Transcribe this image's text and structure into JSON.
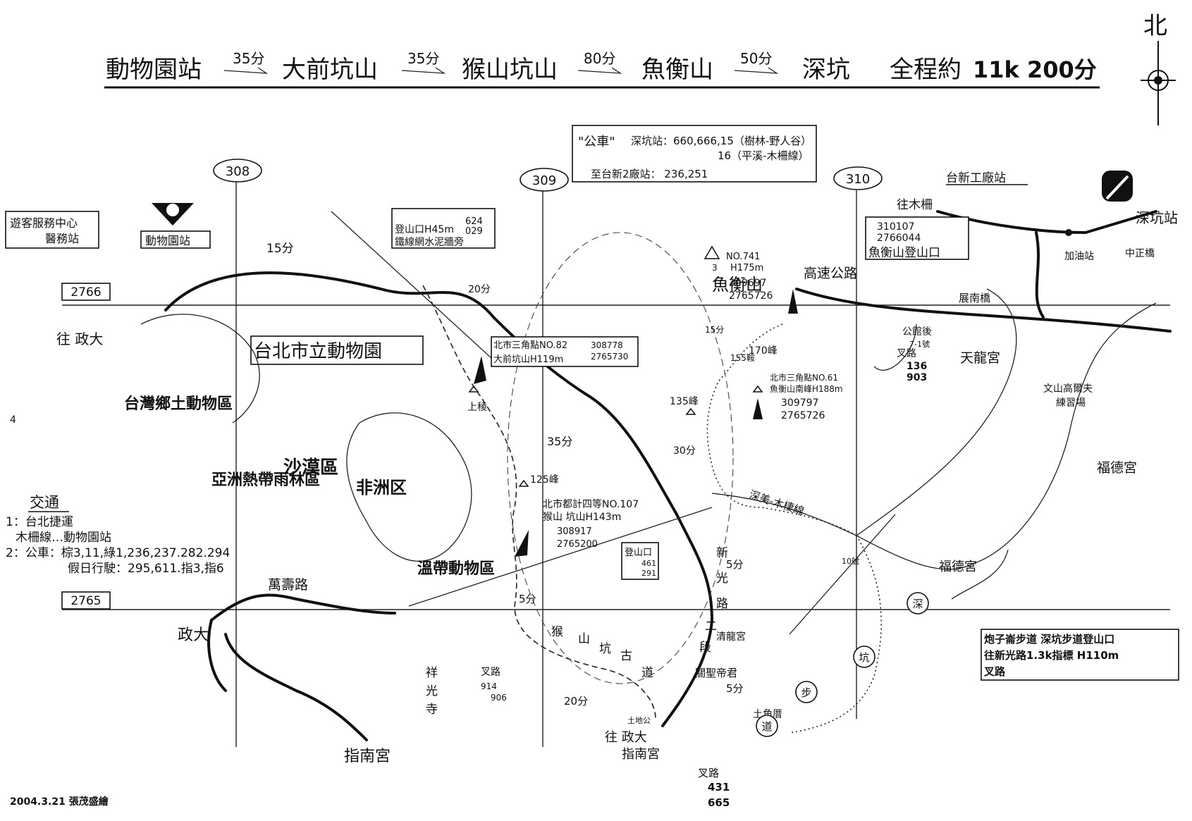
{
  "title": {
    "stations": [
      "動物園站",
      "大前坑山",
      "猴山坑山",
      "魚衡山",
      "深坑"
    ],
    "times": [
      "35分",
      "35分",
      "80分",
      "50分"
    ],
    "total_label": "全程約",
    "total_value": "11k 200分"
  },
  "compass": {
    "label": "北"
  },
  "bus_box": {
    "heading": "\"公車\"",
    "line1": "深坑站：660,666,15（樹林-野人谷）",
    "line2": "16（平溪-木柵線）",
    "line3": "至台新2廠站： 236,251"
  },
  "grid": {
    "col1": "308",
    "col2": "309",
    "col3": "310",
    "row1": "2766",
    "row2": "2765"
  },
  "labels": {
    "visitor_center_1": "遊客服務中心",
    "visitor_center_2": "醫務站",
    "zoo_station": "動物園站",
    "zoo_name": "台北市立動物園",
    "to_zhengda": "往 政大",
    "trailhead_1": "登山口H45m",
    "trailhead_g1": "624",
    "trailhead_g2": "029",
    "trailhead_2": "鐵線網水泥牆旁",
    "min_15": "15分",
    "min_20a": "20分",
    "dq_1": "北市三角點NO.82",
    "dq_2": "大前坑山H119m",
    "dq_g1": "308778",
    "dq_g2": "2765730",
    "shangling": "上稜",
    "peak_125": "125峰",
    "min_35": "35分",
    "hs_1": "北市都計四等NO.107",
    "hs_2": "猴山 坑山H143m",
    "hs_g1": "308917",
    "hs_g2": "2765200",
    "min_5a": "5分",
    "yh_no": "NO.741",
    "yh_h": "H175m",
    "yh_name": "魚衡山",
    "yh_g1": "309697",
    "yh_g2": "2765726",
    "peak_170": "170峰",
    "peak_155": "155鞍",
    "min_15b": "15分",
    "yhs_1": "北市三角點NO.61",
    "yhs_2": "魚衡山南峰H188m",
    "yhs_g1": "309797",
    "yhs_g2": "2765726",
    "peak_135": "135峰",
    "min_30": "30分",
    "highway": "高速公路",
    "yh_trail_g1": "310107",
    "yh_trail_g2": "2766044",
    "yh_trail": "魚衡山登山口",
    "to_muzha": "往木柵",
    "taixin_station": "台新工廠站",
    "shenkeng_station": "深坑站",
    "gas_station": "加油站",
    "zhongzheng_bridge": "中正橋",
    "zhannan_bridge": "展南橋",
    "gongguan": "公館後",
    "gongguan_no": "7-1號",
    "fork": "叉路",
    "fork_g1": "136",
    "fork_g2": "903",
    "tianlong": "天龍宮",
    "golf_1": "文山高爾夫",
    "golf_2": "練習場",
    "fude_1": "福德宮",
    "fude_2": "福德宮",
    "muzha_line": "深美-木棲線",
    "no10": "10號",
    "trailhead_b": "登山口",
    "trailhead_b_g1": "461",
    "trailhead_b_g2": "291",
    "xinguang": [
      "新",
      "光",
      "路",
      "二",
      "段"
    ],
    "min_5b": "5分",
    "min_5c": "5分",
    "min_20b": "20分",
    "qinglong": "清龍宮",
    "guansheng": "關聖帝君",
    "monkey_trail": [
      "猴",
      "山",
      "坑",
      "古",
      "道"
    ],
    "deep_trail": [
      "深",
      "坑",
      "步",
      "道"
    ],
    "tujiaocuo": "土角厝",
    "fork_b": "叉路",
    "fork_b_g1": "914",
    "fork_b_g2": "906",
    "xiangguang": [
      "祥",
      "光",
      "寺"
    ],
    "tudigong": "土地公",
    "to_zhinan_1": "往  政大",
    "to_zhinan_2": "指南宮",
    "fork_c": "叉路",
    "fork_c_g1": "431",
    "fork_c_g2": "665",
    "wanshou_rd": "萬壽路",
    "zhengda": "政大",
    "zhinan": "指南宮",
    "pao_1": "炮子崙步道  深坑步道登山口",
    "pao_2": "往新光路1.3k指標  H110m",
    "pao_3": "叉路",
    "page_no": "4",
    "taiwan_area": "台灣鄉土動物區",
    "desert_area": "沙漠區",
    "africa_area": "非洲区",
    "temperate_area": "溫帶動物區",
    "rainforest_area": "亞洲熱帶雨林區",
    "signature": "2004.3.21 張茂盛繪"
  },
  "transport": {
    "heading": "交通",
    "line1": "1：台北捷運",
    "line2": "木柵線…動物園站",
    "line3": "2：公車：棕3,11,綠1,236,237.282.294",
    "line4": "假日行駛：295,611.指3,指6"
  }
}
